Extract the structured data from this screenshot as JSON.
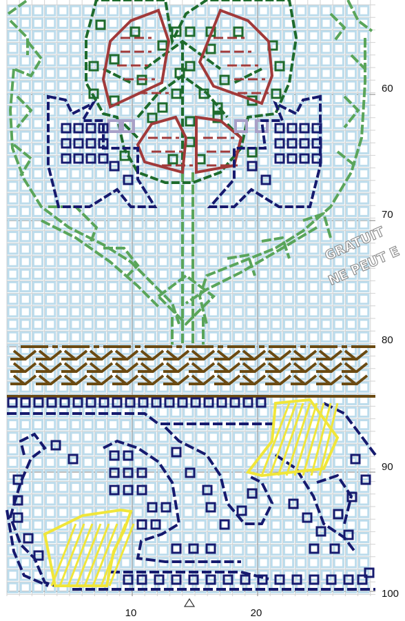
{
  "row_labels": [
    "60",
    "70",
    "80",
    "90",
    "100"
  ],
  "col_labels": [
    "10",
    "20"
  ],
  "watermark": [
    "GRATUIT",
    "NE PEUT E"
  ],
  "colors": {
    "paper": "#ffffff",
    "grid": "#d2d2d2",
    "light_blue": "#bcdcec",
    "green_dark": "#1e6b2c",
    "green_light": "#5aa55a",
    "red_brown": "#a13a3a",
    "lavender": "#a8a0c8",
    "navy": "#161a6e",
    "brown": "#6b4a12",
    "yellow": "#f0e63a"
  }
}
